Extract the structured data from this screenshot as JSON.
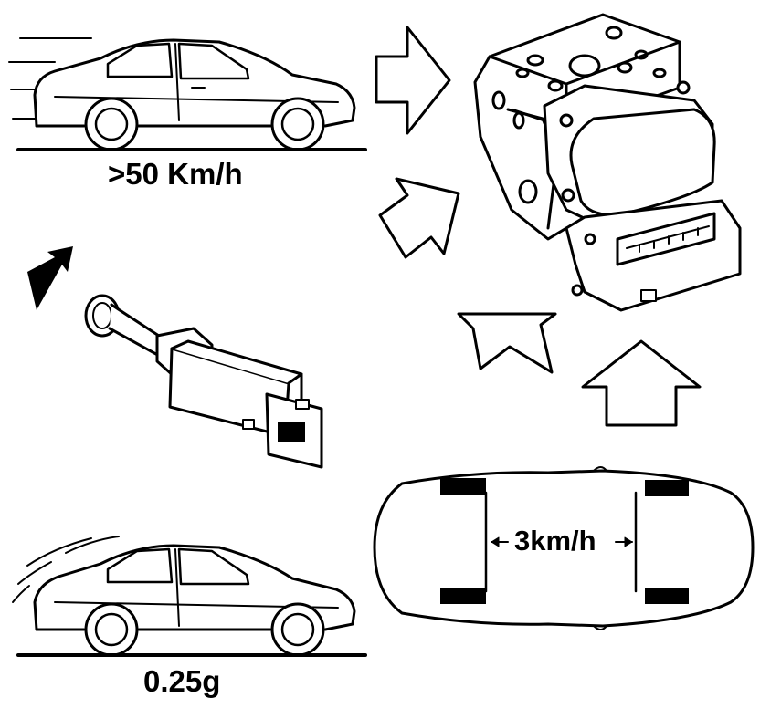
{
  "labels": {
    "speed": ">50 Km/h",
    "deceleration": "0.25g",
    "wheel_speed_diff": "3km/h"
  },
  "colors": {
    "line": "#000000",
    "background": "#ffffff"
  },
  "icons": [
    "car-side-icon",
    "brake-light-switch-icon",
    "abs-control-unit-icon",
    "car-top-view-icon",
    "arrow-icon"
  ]
}
